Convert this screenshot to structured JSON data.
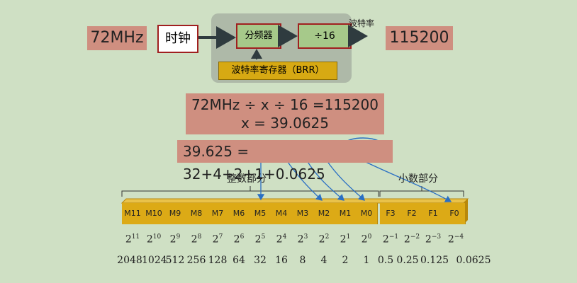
{
  "flow": {
    "input_freq": "72MHz",
    "clock_label": "时钟",
    "divider_label": "分频器",
    "div16_label": "÷16",
    "baud_label": "波特率",
    "brr_label": "波特率寄存器（BRR）",
    "output_freq": "115200"
  },
  "equation": {
    "line1": "72MHz ÷ x ÷ 16 =115200",
    "line2": "x = 39.0625"
  },
  "sum": {
    "lead": "39.625 = ",
    "terms": [
      "32",
      "+",
      "4",
      "+",
      "2",
      "+",
      "1",
      "+",
      "0.0625"
    ]
  },
  "sections": {
    "integer_label": "整数部分",
    "fraction_label": "小数部分"
  },
  "register": {
    "cells": [
      "M11",
      "M10",
      "M9",
      "M8",
      "M7",
      "M6",
      "M5",
      "M4",
      "M3",
      "M2",
      "M1",
      "M0",
      "F3",
      "F2",
      "F1",
      "F0"
    ],
    "exponents": [
      "11",
      "10",
      "9",
      "8",
      "7",
      "6",
      "5",
      "4",
      "3",
      "2",
      "1",
      "0",
      "−1",
      "−2",
      "−3",
      "−4"
    ],
    "pow_base": "2",
    "values": [
      "2048",
      "1024",
      "512",
      "256",
      "128",
      "64",
      "32",
      "16",
      "8",
      "4",
      "2",
      "1",
      "0.5",
      "0.25",
      "0.125",
      "0.0625"
    ]
  }
}
